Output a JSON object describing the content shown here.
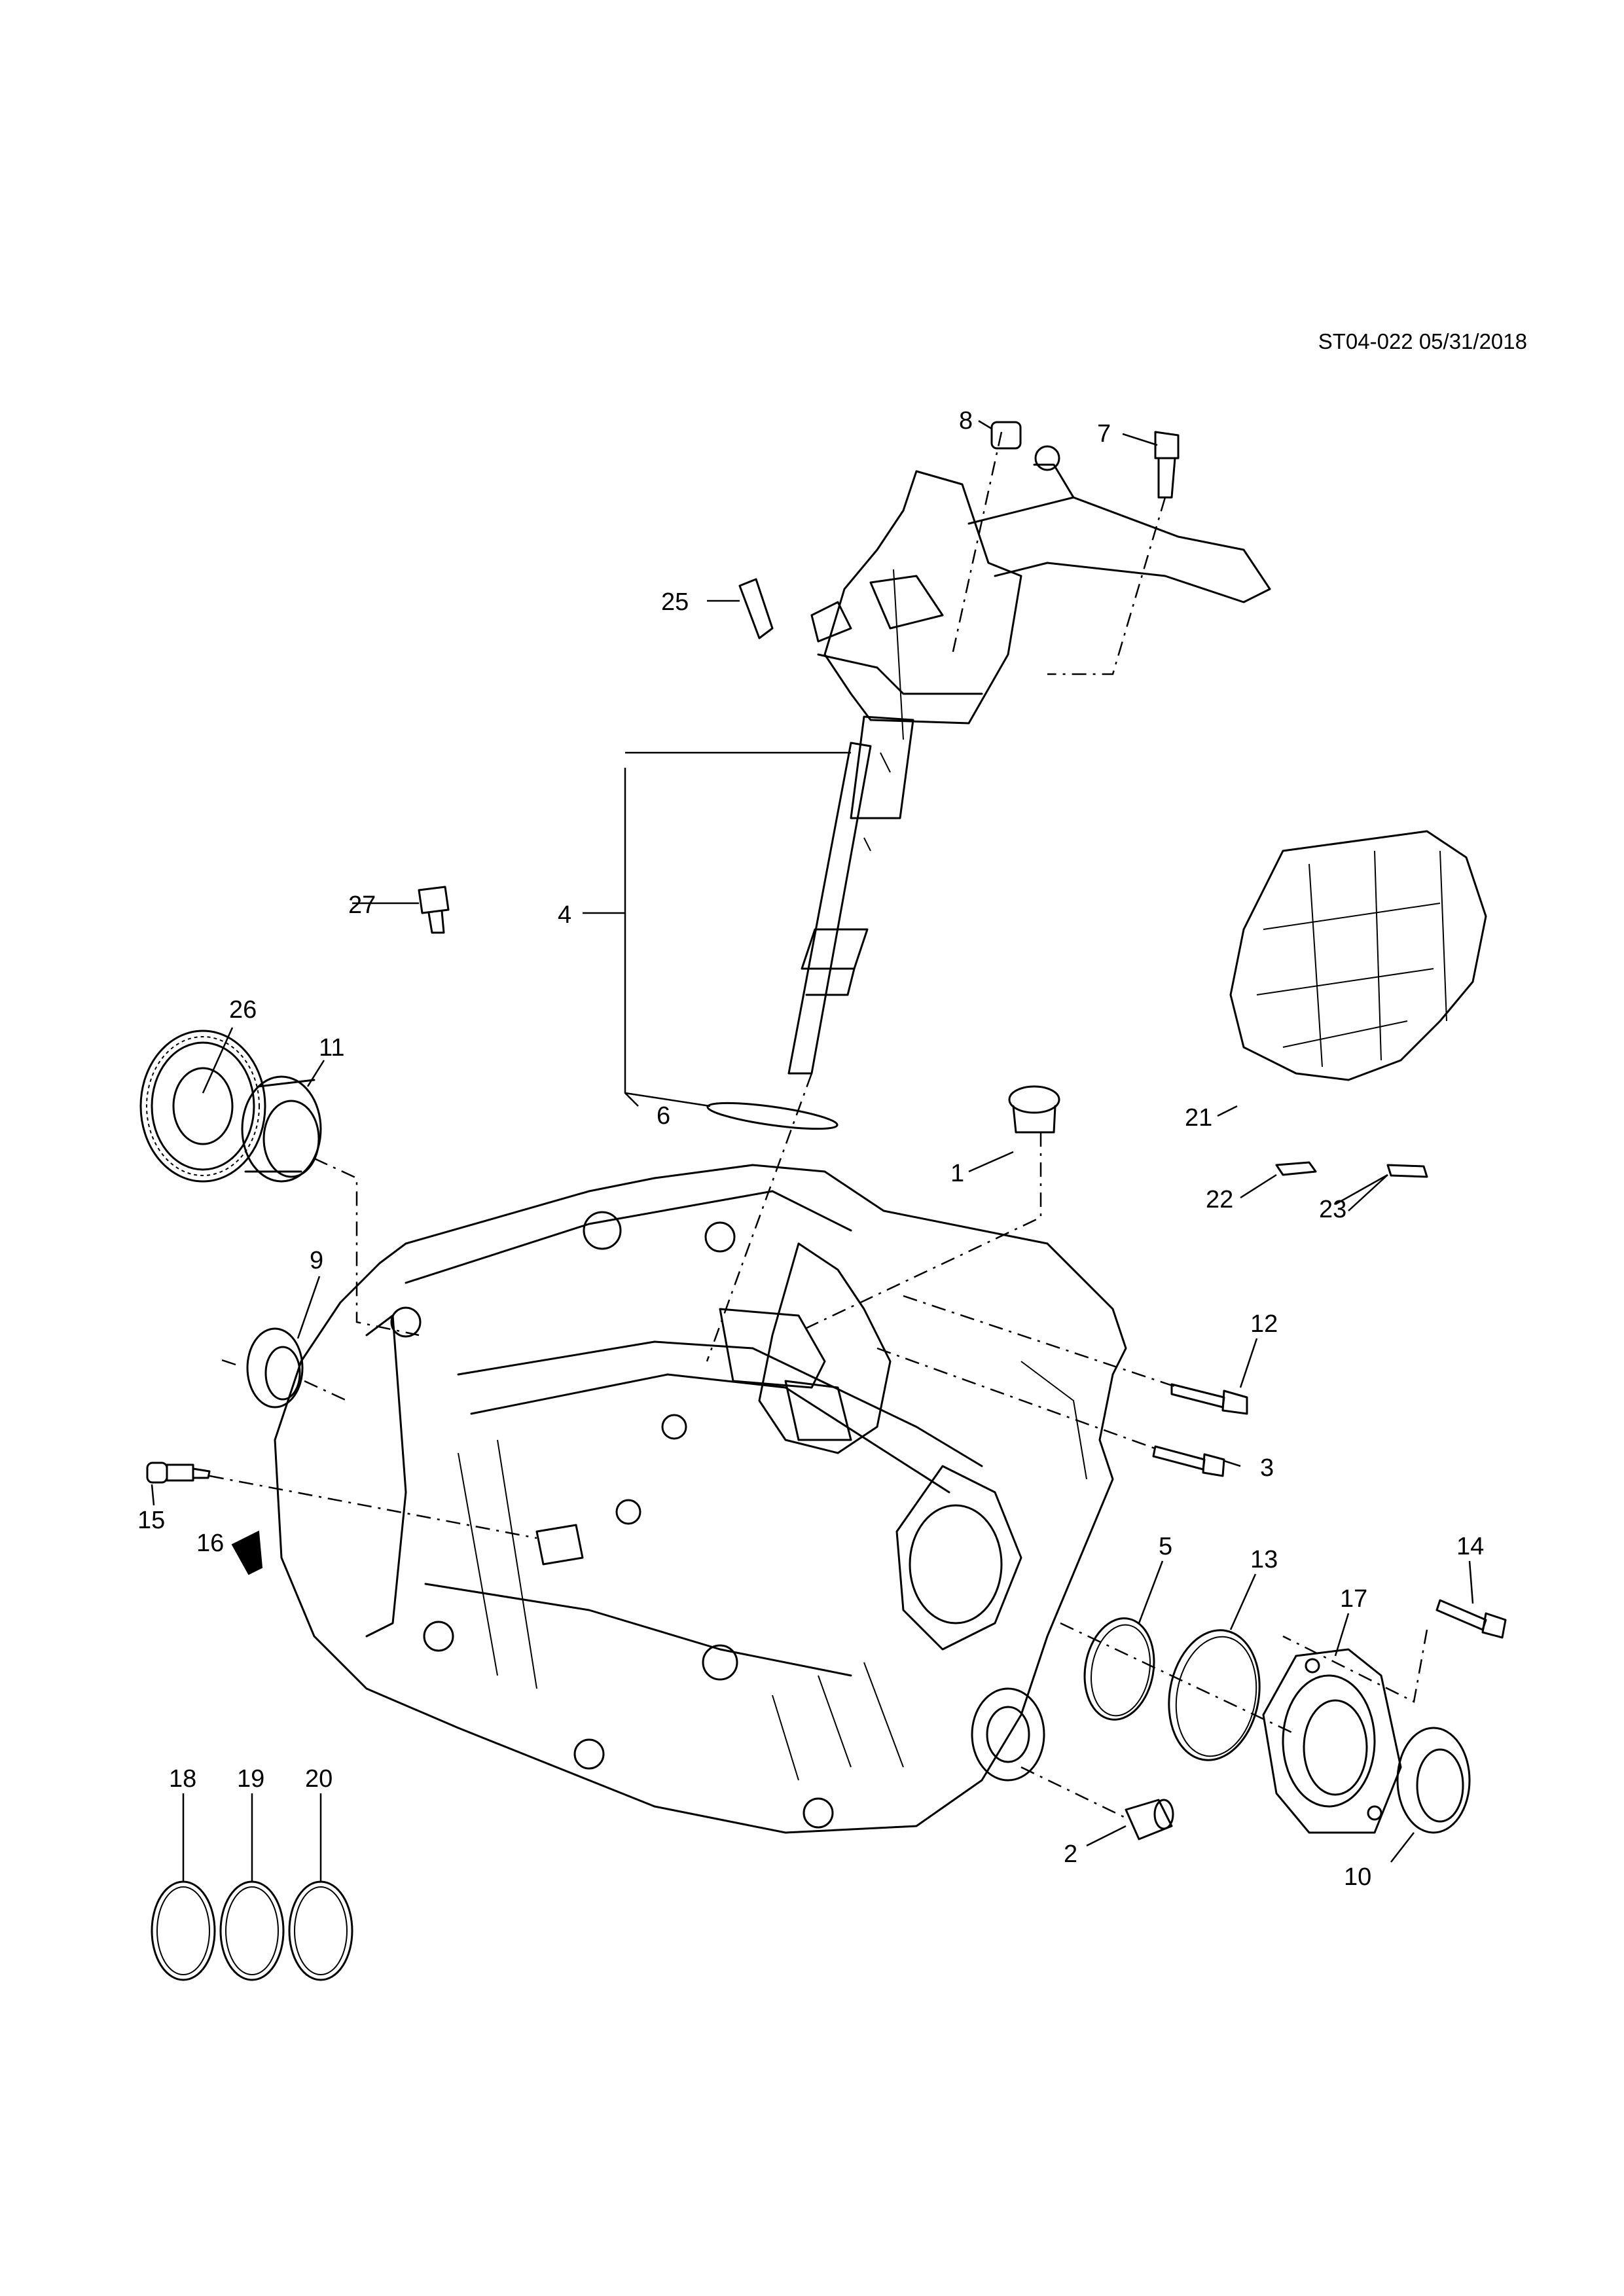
{
  "header": {
    "reference": "ST04-022 05/31/2018"
  },
  "callouts": {
    "c1": "1",
    "c2": "2",
    "c3": "3",
    "c4": "4",
    "c5": "5",
    "c6": "6",
    "c7": "7",
    "c8": "8",
    "c9": "9",
    "c10": "10",
    "c11": "11",
    "c12": "12",
    "c13": "13",
    "c14": "14",
    "c15": "15",
    "c16": "16",
    "c17": "17",
    "c18": "18",
    "c19": "19",
    "c20": "20",
    "c21": "21",
    "c22": "22",
    "c23": "23",
    "c25": "25",
    "c26": "26",
    "c27": "27"
  }
}
